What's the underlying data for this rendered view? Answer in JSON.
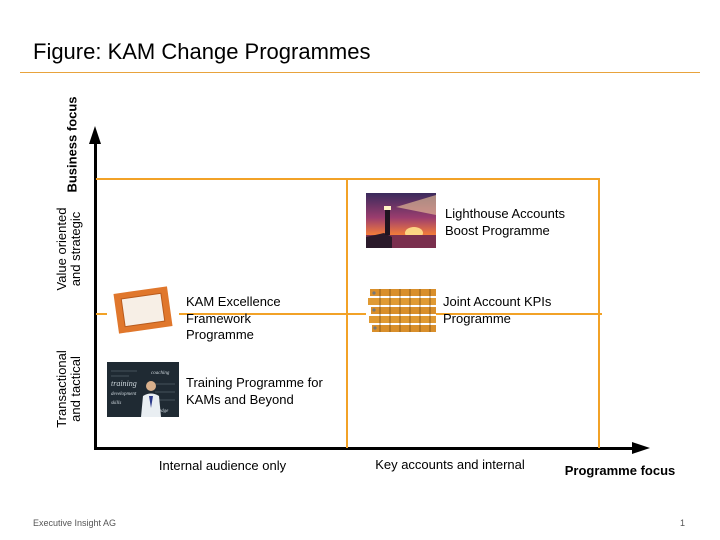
{
  "title": "Figure: KAM Change Programmes",
  "axes": {
    "y_label": "Business focus",
    "y_ticks": {
      "top": [
        "Value oriented",
        "and strategic"
      ],
      "bottom": [
        "Transactional",
        "and tactical"
      ]
    },
    "x_label": "Programme focus",
    "x_ticks": {
      "left": "Internal audience only",
      "right": "Key accounts  and internal"
    }
  },
  "quadrants": {
    "top_right": {
      "lines": [
        "Lighthouse Accounts",
        "Boost Programme"
      ],
      "icon": "lighthouse-icon"
    },
    "middle_right": {
      "lines": [
        "Joint Account KPIs",
        "Programme"
      ],
      "icon": "ruler-icon"
    },
    "middle_left": {
      "lines": [
        "KAM Excellence",
        "Framework",
        "Programme"
      ],
      "icon": "frame-icon"
    },
    "bottom_left": {
      "lines": [
        "Training Programme for",
        "KAMs and Beyond"
      ],
      "icon": "chalkboard-icon"
    }
  },
  "chalkboard_words": [
    "training",
    "skills",
    "coaching",
    "development",
    "knowledge"
  ],
  "colors": {
    "grid": "#f2a227",
    "title_rule": "#e8a33d",
    "axis": "#000000"
  },
  "footer": {
    "company": "Executive Insight AG",
    "page": "1"
  }
}
